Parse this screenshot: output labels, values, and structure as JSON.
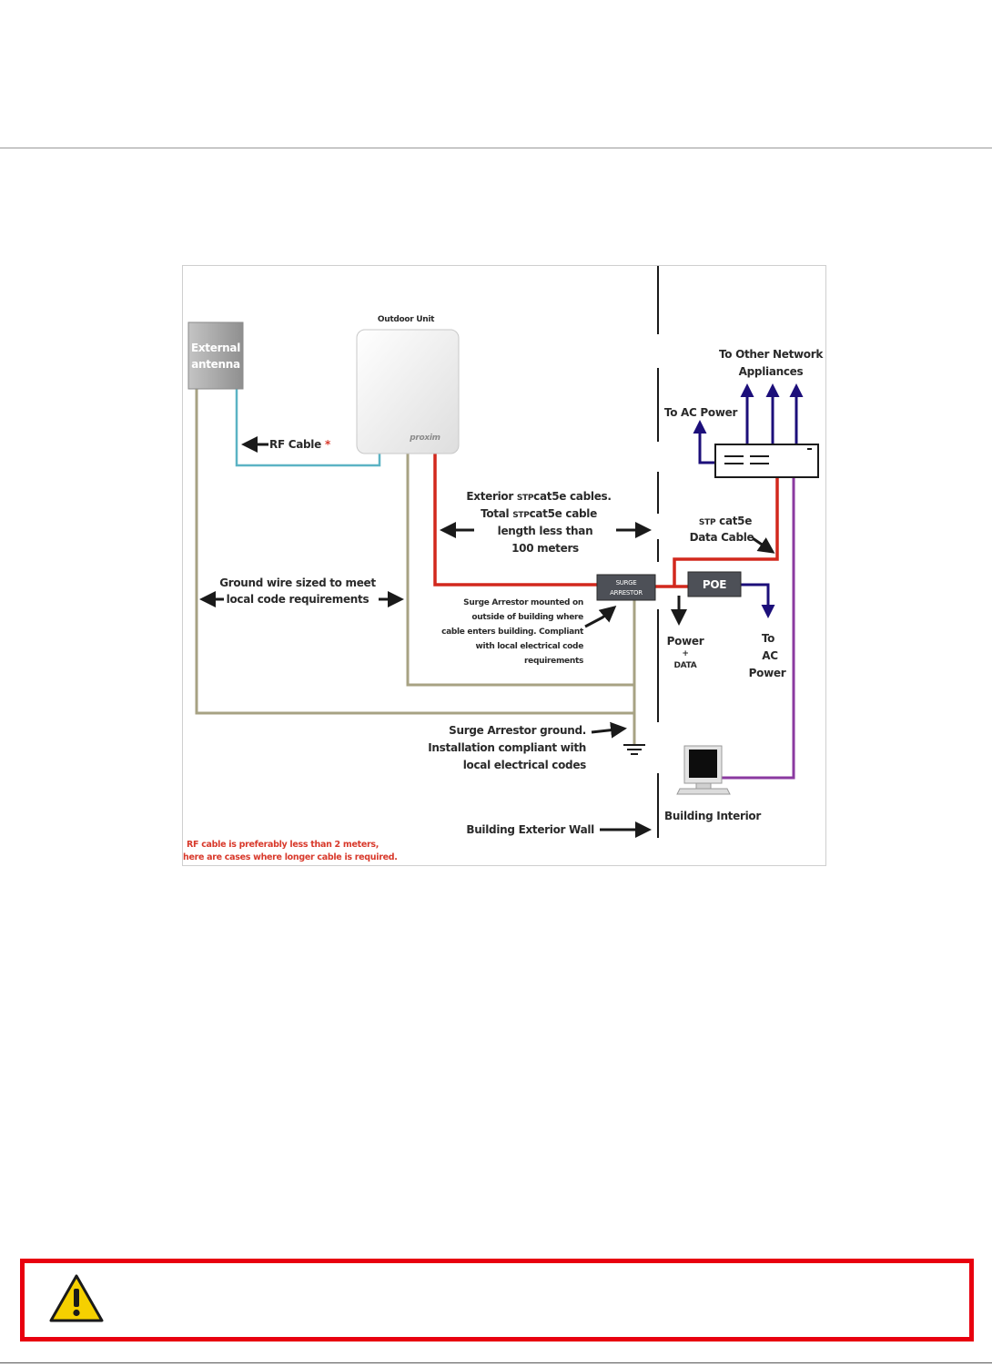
{
  "figure": {
    "labels": {
      "outdoor_unit": "Outdoor Unit",
      "external_antenna_line1": "External",
      "external_antenna_line2": "antenna",
      "brand": "proxim",
      "rf_cable": "RF Cable",
      "rf_asterisk": "*",
      "exterior_line1a": "Exterior ",
      "exterior_line1b": "STP",
      "exterior_line1c": "cat5e cables.",
      "exterior_line2a": "Total ",
      "exterior_line2b": "STP",
      "exterior_line2c": "cat5e cable",
      "exterior_line3": "length less than",
      "exterior_line4": "100 meters",
      "ground_line1": "Ground wire sized to meet",
      "ground_line2": "local code requirements",
      "surge_box_line1": "SURGE",
      "surge_box_line2": "ARRESTOR",
      "surge_note_line1": "Surge Arrestor mounted on",
      "surge_note_line2": "outside of building where",
      "surge_note_line3": "cable enters building. Compliant",
      "surge_note_line4": "with local electrical code",
      "surge_note_line5": "requirements",
      "surge_ground_line1": "Surge Arrestor ground.",
      "surge_ground_line2": "Installation compliant with",
      "surge_ground_line3": "local electrical codes",
      "building_wall": "Building Exterior Wall",
      "building_interior": "Building Interior",
      "to_other_line1": "To Other Network",
      "to_other_line2": "Appliances",
      "to_ac_power": "To AC Power",
      "stp_data_line1a": "STP",
      "stp_data_line1b": " cat5e",
      "stp_data_line2": "Data Cable",
      "poe": "POE",
      "power_data_line1": "Power",
      "power_data_line2": "+",
      "power_data_line3": "DATA",
      "to_ac_line1": "To",
      "to_ac_line2": "AC",
      "to_ac_line3": "Power",
      "rf_note_line1": "RF cable is preferably less than 2 meters,",
      "rf_note_line2": "here are cases where longer cable is required."
    },
    "colors": {
      "rf_cable": "#5bb3c4",
      "ground_wire": "#a7a283",
      "ethernet_cable": "#d2281d",
      "ac_power": "#1c0f7a",
      "interior_data": "#8b3aa0",
      "note_red": "#d8392b"
    }
  },
  "caution": {
    "icon": "warning-triangle-icon",
    "text": ""
  }
}
